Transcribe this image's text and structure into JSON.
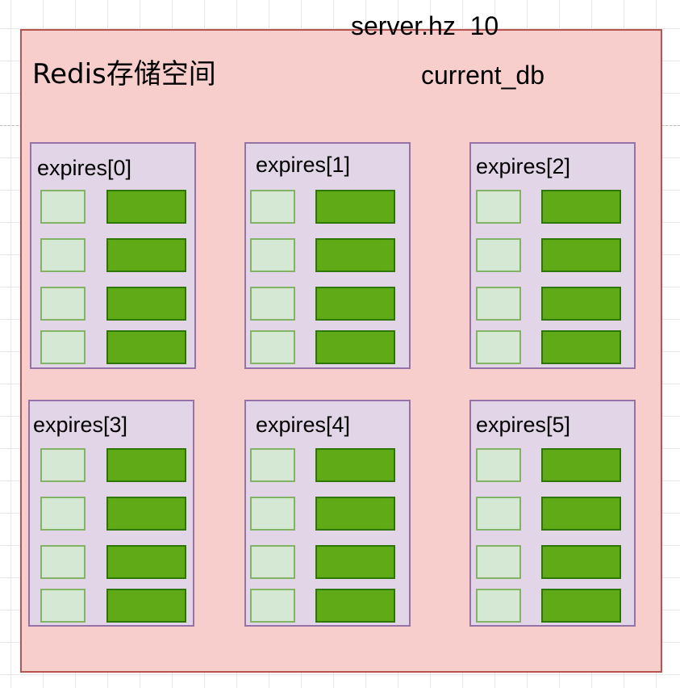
{
  "title": "Redis存储空间",
  "server_hz": "server.hz  10",
  "current_db": "current_db",
  "panels": [
    {
      "label": "expires[0]",
      "rows": 4
    },
    {
      "label": "expires[1]",
      "rows": 4
    },
    {
      "label": "expires[2]",
      "rows": 4
    },
    {
      "label": "expires[3]",
      "rows": 4
    },
    {
      "label": "expires[4]",
      "rows": 4
    },
    {
      "label": "expires[5]",
      "rows": 4
    }
  ],
  "colors": {
    "container_fill": "#f8cecc",
    "container_border": "#b85450",
    "panel_fill": "#e1d5e7",
    "panel_border": "#9673a6",
    "key_fill": "#d5e8d4",
    "key_border": "#82b366",
    "value_fill": "#60a917",
    "value_border": "#2d7600"
  }
}
